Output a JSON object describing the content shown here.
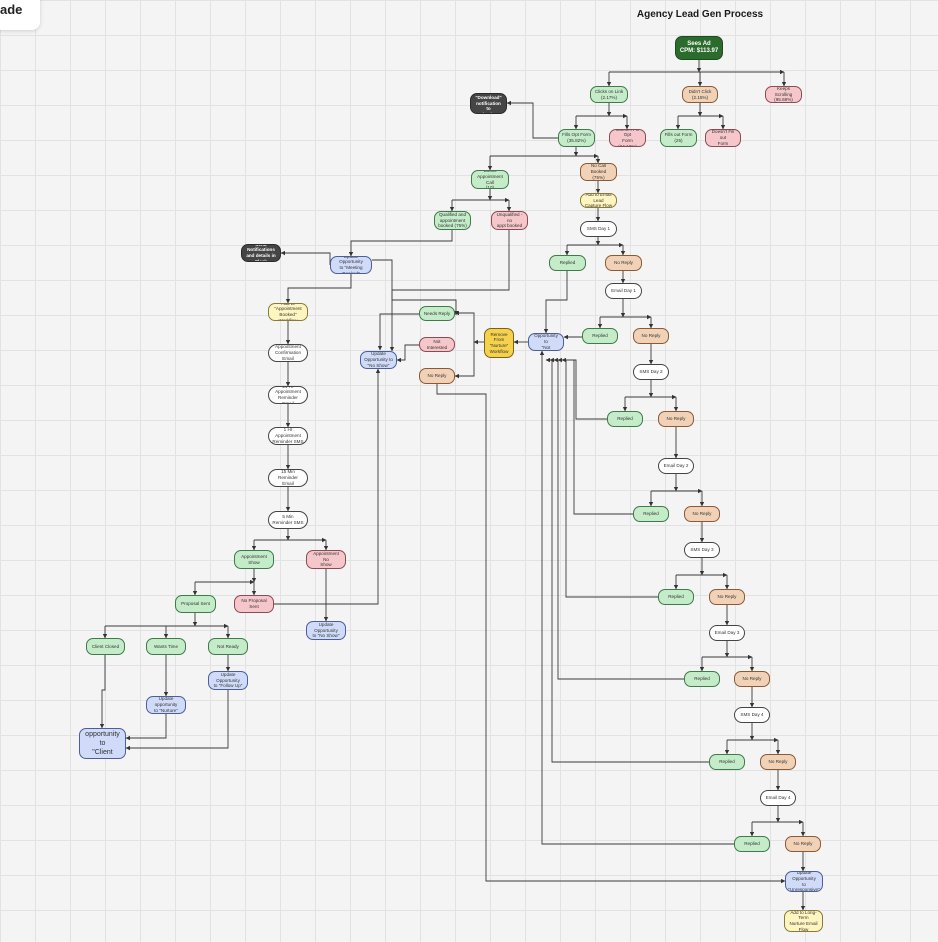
{
  "frame_tab_label": "ade",
  "title": "Agency Lead Gen Process",
  "nodes": {
    "sees_ad": "Sees Ad\nCPM: $113.97",
    "clicks_link": "Clicks on Link\n(2.17%)",
    "didnt_click": "Didn't Click\n(2.15%)",
    "keeps_scrolling": "Keeps Scrolling\n(95.68%)",
    "fills_form": "Fills Opt Form\n(35.82%)",
    "doesnt_fill": "Doesn't Fill Opt\nForm (64.18%)",
    "fills_out_form": "Fills out Form\n(25)",
    "doesnt_fill_form": "Doesn't Fill out\nForm",
    "send_download": "Send \"Download\"\nnotification to\nleads",
    "books_appt": "Books\nAppointment Call\n(10)",
    "no_call_booked": "No Call Booked\n(75%)",
    "add_email_flow": "Add to Email Lead\nCapture Flow",
    "qualified": "Qualified and\nappointment\nbooked (75%)",
    "unqualified": "Unqualified - no\nappt booked",
    "sms_day1": "SMS Day 1",
    "send_notifications": "Send Notifications\nand details in Slack",
    "update_meeting": "Update Opportunity\nto \"Meeting Booked\"",
    "replied_1": "Replied",
    "no_reply_1": "No Reply",
    "email_day1": "Email Day 1",
    "add_appt_workflow": "Add to \"Appointment\nBooked\" Workflow",
    "replied_2": "Replied",
    "no_reply_2": "No Reply",
    "needs_reply": "Needs Reply",
    "remove_from": "Remove From\n\"Nurture\"\nWorkflow",
    "update_not_interested": "Update\nOpportunity to\n\"Not Interested\"",
    "not_interested": "Not Interested",
    "appt_confirm_email": "Appointment\nConfirmation Email",
    "update_no_show_2": "Update\nOpportunity to\n\"No Show\"",
    "no_reply_3": "No Reply",
    "sms_day2": "SMS Day 2",
    "reminder_24h_email": "24 Hr Appointment\nReminder Email",
    "replied_3": "Replied",
    "no_reply_4": "No Reply",
    "reminder_1h_sms": "1 Hr Appointment\nReminder SMS",
    "email_day2": "Email Day 2",
    "reminder_15m_email": "15 Min Reminder Email",
    "replied_4": "Replied",
    "no_reply_5": "No Reply",
    "reminder_15m_sms": "5 Min Reminder SMS",
    "sms_day3": "SMS Day 3",
    "appointment_show": "Appointment Show",
    "appointment_no_show": "Appointment No\nShow",
    "proposal_sent": "Proposal Sent",
    "no_proposal": "No Proposal Sent",
    "update_no_show": "Update Opportunity\nto \"No Show\"",
    "replied_5": "Replied",
    "no_reply_6": "No Reply",
    "client_closed": "Client Closed",
    "wants_time": "Wants Time",
    "not_ready": "Not Ready",
    "email_day3": "Email Day 3",
    "update_follow_up": "Update Opportunity\nto \"Follow Up\"",
    "update_nurture": "Update opportunity\nto \"Nurture\"",
    "replied_6": "Replied",
    "no_reply_7": "No Reply",
    "update_client_closed": "Update\nopportunity to\n\"Client Closed\"",
    "sms_day4": "SMS Day 4",
    "replied_7": "Replied",
    "no_reply_8": "No Reply",
    "email_day4": "Email Day 4",
    "replied_8": "Replied",
    "no_reply_9": "No Reply",
    "update_unresponsive": "Update Opportunity\nto \"Unresponsive\"",
    "add_longterm": "Add to Long-Term\nNurture Email Flow"
  }
}
